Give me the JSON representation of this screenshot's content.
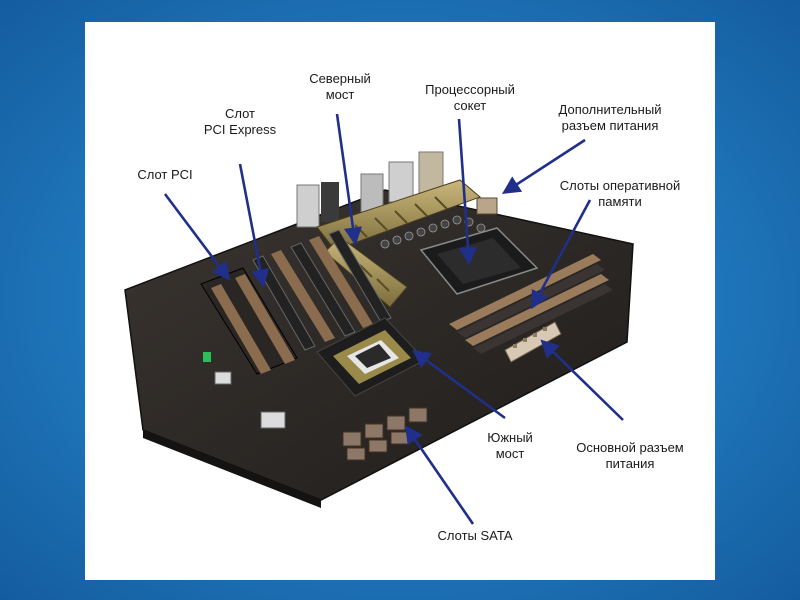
{
  "labels": {
    "north_bridge": [
      "Северный",
      "мост"
    ],
    "pci_express": [
      "Слот",
      "PCI Express"
    ],
    "cpu_socket": [
      "Процессорный",
      "сокет"
    ],
    "aux_power": [
      "Дополнительный",
      "разъем питания"
    ],
    "pci": [
      "Слот PCI"
    ],
    "ram": [
      "Слоты оперативной",
      "памяти"
    ],
    "south_bridge": [
      "Южный",
      "мост"
    ],
    "main_power": [
      "Основной разъем",
      "питания"
    ],
    "sata": [
      "Слоты SATA"
    ]
  },
  "colors": {
    "background": "#1f76bb",
    "arrow": "#1f2f8a",
    "board": "#2a2623"
  }
}
